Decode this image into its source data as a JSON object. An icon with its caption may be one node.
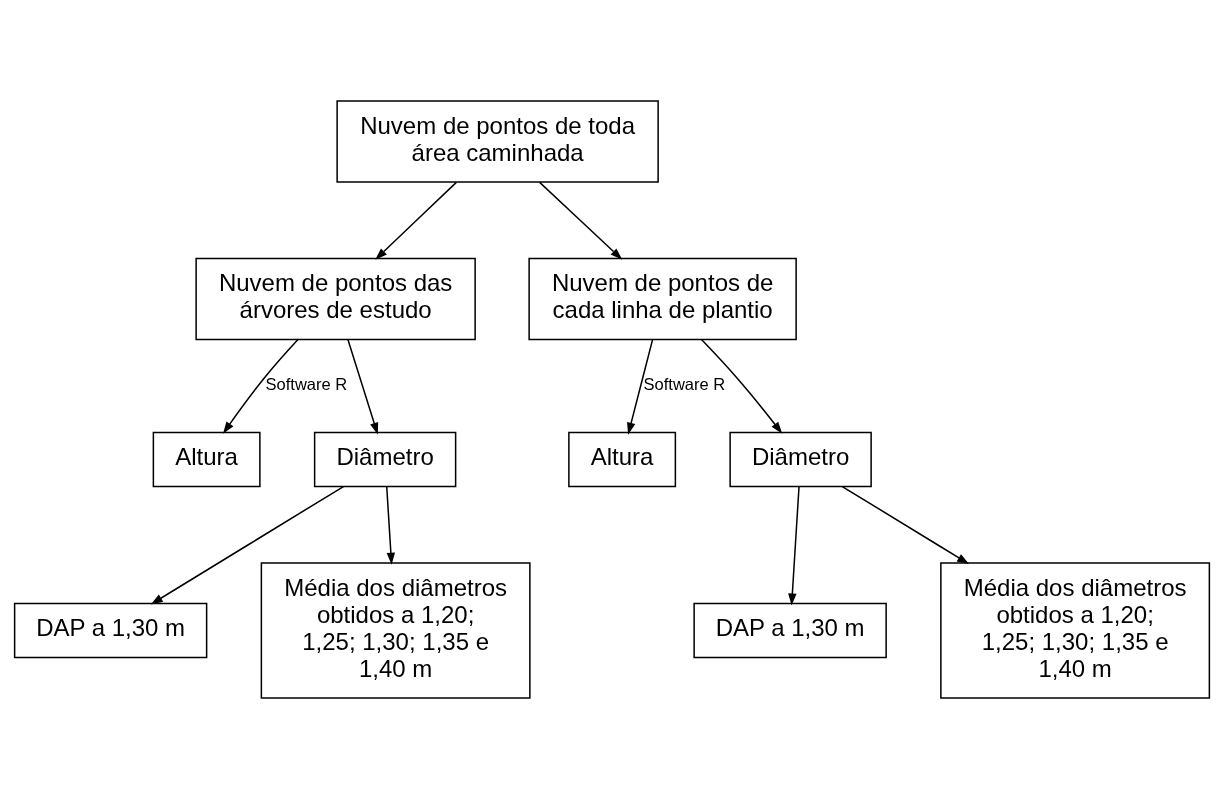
{
  "diagram": {
    "nodes": [
      {
        "text": [
          "Nuvem de pontos de toda área caminhada"
        ]
      },
      {
        "text": [
          "Nuvem de pontos das árvores de estudo"
        ]
      },
      {
        "text": [
          "Nuvem de pontos de cada linha de plantio"
        ]
      },
      {
        "text": [
          "Altura"
        ]
      },
      {
        "text": [
          "Diâmetro"
        ]
      },
      {
        "text": [
          "Altura"
        ]
      },
      {
        "text": [
          "Diâmetro"
        ]
      },
      {
        "text": [
          "DAP a 1,30 m"
        ]
      },
      {
        "text": [
          "Média dos diâmetros obtidos a 1,20; 1,25; 1,30; 1,35 e 1,40 m"
        ]
      },
      {
        "text": [
          "DAP a 1,30 m"
        ]
      },
      {
        "text": [
          "Média dos diâmetros obtidos a 1,20; 1,25; 1,30; 1,35 e 1,40 m"
        ]
      }
    ],
    "edges": [
      {
        "from": 0,
        "to": 1,
        "arrow": "to"
      },
      {
        "from": 0,
        "to": 2,
        "arrow": "to"
      },
      {
        "from": 1,
        "to": 3,
        "arrow": "to",
        "label": "Software R"
      },
      {
        "from": 1,
        "to": 4,
        "arrow": "to"
      },
      {
        "from": 2,
        "to": 5,
        "arrow": "to",
        "label": "Software R"
      },
      {
        "from": 2,
        "to": 6,
        "arrow": "to"
      },
      {
        "from": 4,
        "to": 7,
        "arrow": "to"
      },
      {
        "from": 4,
        "to": 8,
        "arrow": "to"
      },
      {
        "from": 6,
        "to": 9,
        "arrow": "to"
      },
      {
        "from": 6,
        "to": 10,
        "arrow": "to"
      }
    ]
  }
}
